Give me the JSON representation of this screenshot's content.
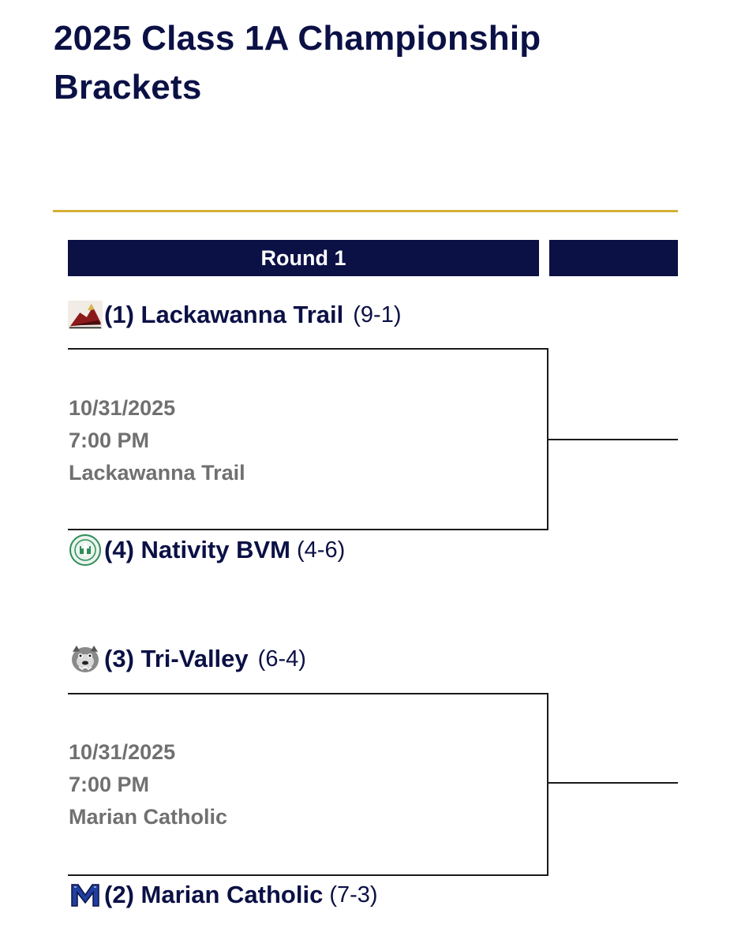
{
  "page": {
    "title": "2025 Class 1A Championship Brackets"
  },
  "bracket": {
    "round_1_label": "Round 1",
    "round_2_label": "",
    "games": [
      {
        "top_team": {
          "seed": "(1)",
          "name": "Lackawanna Trail",
          "record": "(9-1)",
          "logo_icon": "lackawanna-trail-logo"
        },
        "date": "10/31/2025",
        "time": "7:00 PM",
        "location": "Lackawanna Trail",
        "bottom_team": {
          "seed": "(4)",
          "name": "Nativity BVM",
          "record": "(4-6)",
          "logo_icon": "nativity-bvm-logo"
        }
      },
      {
        "top_team": {
          "seed": "(3)",
          "name": "Tri-Valley",
          "record": "(6-4)",
          "logo_icon": "tri-valley-logo"
        },
        "date": "10/31/2025",
        "time": "7:00 PM",
        "location": "Marian Catholic",
        "bottom_team": {
          "seed": "(2)",
          "name": "Marian Catholic",
          "record": "(7-3)",
          "logo_icon": "marian-catholic-logo"
        }
      }
    ]
  },
  "colors": {
    "navy": "#0b1045",
    "gold": "#d4b036",
    "gray_text": "#707070"
  }
}
